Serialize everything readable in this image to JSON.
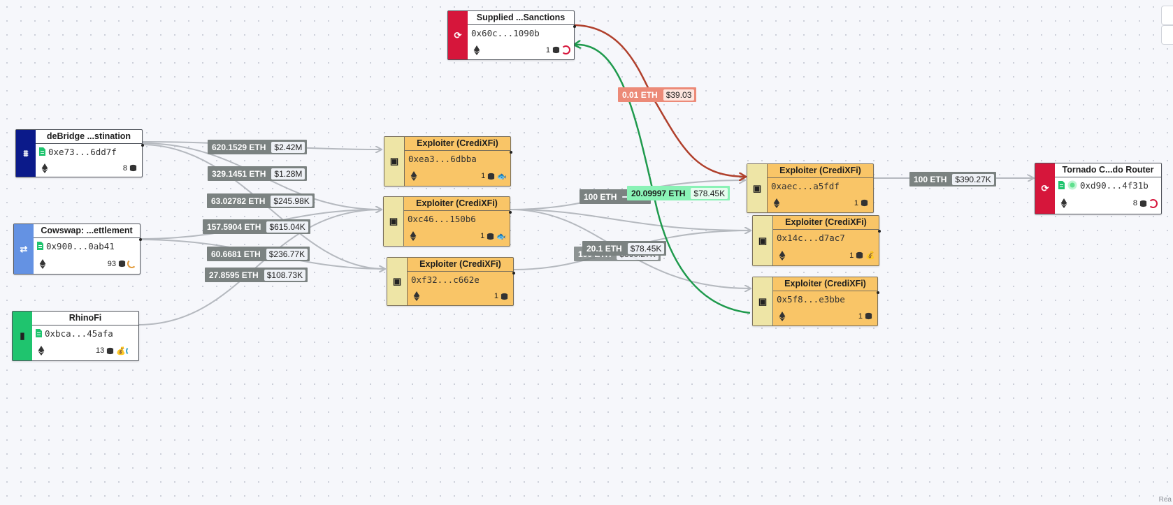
{
  "colors": {
    "exploiter_fill": "#f9c567",
    "exploiter_side": "#eee5a6",
    "sanctions_red": "#d6163b",
    "bridge_navy": "#0b1a8a",
    "swap_blue": "#6492e3",
    "rhino_green": "#1fc46e",
    "edge_gray": "#b5b9bf",
    "edge_red": "#b0402c",
    "edge_green": "#1f9a4d"
  },
  "nodes": {
    "sanctions": {
      "title": "Supplied ...Sanctions",
      "address": "0x60c...1090b",
      "count": "1",
      "icon": "refresh-icon"
    },
    "debridge": {
      "title": "deBridge ...stination",
      "address": "0xe73...6dd7f",
      "count": "8",
      "icon": "bridge-icon"
    },
    "cowswap": {
      "title": "Cowswap: ...ettlement",
      "address": "0x900...0ab41",
      "count": "93",
      "icon": "swap-icon"
    },
    "rhinofi": {
      "title": "RhinoFi",
      "address": "0xbca...45afa",
      "count": "13",
      "icon": "wallet-icon"
    },
    "exploiter_1": {
      "title": "Exploiter (CrediXFi)",
      "address": "0xea3...6dbba",
      "count": "1",
      "icon": "id-card-icon"
    },
    "exploiter_2": {
      "title": "Exploiter (CrediXFi)",
      "address": "0xc46...150b6",
      "count": "1",
      "icon": "id-card-icon"
    },
    "exploiter_3": {
      "title": "Exploiter (CrediXFi)",
      "address": "0xf32...c662e",
      "count": "1",
      "icon": "id-card-icon"
    },
    "exploiter_4": {
      "title": "Exploiter (CrediXFi)",
      "address": "0xaec...a5fdf",
      "count": "1",
      "icon": "id-card-icon"
    },
    "exploiter_5": {
      "title": "Exploiter (CrediXFi)",
      "address": "0x14c...d7ac7",
      "count": "1",
      "icon": "id-card-icon"
    },
    "exploiter_6": {
      "title": "Exploiter (CrediXFi)",
      "address": "0x5f8...e3bbe",
      "count": "1",
      "icon": "id-card-icon"
    },
    "tornado": {
      "title": "Tornado C...do Router",
      "address": "0xd90...4f31b",
      "count": "8",
      "icon": "refresh-icon"
    }
  },
  "edge_labels": [
    {
      "eth": "620.1529 ETH",
      "usd": "$2.42M"
    },
    {
      "eth": "329.1451 ETH",
      "usd": "$1.28M"
    },
    {
      "eth": "63.02782 ETH",
      "usd": "$245.98K"
    },
    {
      "eth": "157.5904 ETH",
      "usd": "$615.04K"
    },
    {
      "eth": "60.6681 ETH",
      "usd": "$236.77K"
    },
    {
      "eth": "27.8595 ETH",
      "usd": "$108.73K"
    },
    {
      "eth": "0.01 ETH",
      "usd": "$39.03"
    },
    {
      "eth": "100 ETH",
      "usd": "$390.27K"
    },
    {
      "eth": "100 ETH",
      "usd": ""
    },
    {
      "eth": "20.09997 ETH",
      "usd": "$78.45K"
    },
    {
      "eth": "20.1 ETH",
      "usd": "$78.45K"
    },
    {
      "eth": "100 ETH",
      "usd": "$390.27K"
    }
  ],
  "status_text": "Rea"
}
